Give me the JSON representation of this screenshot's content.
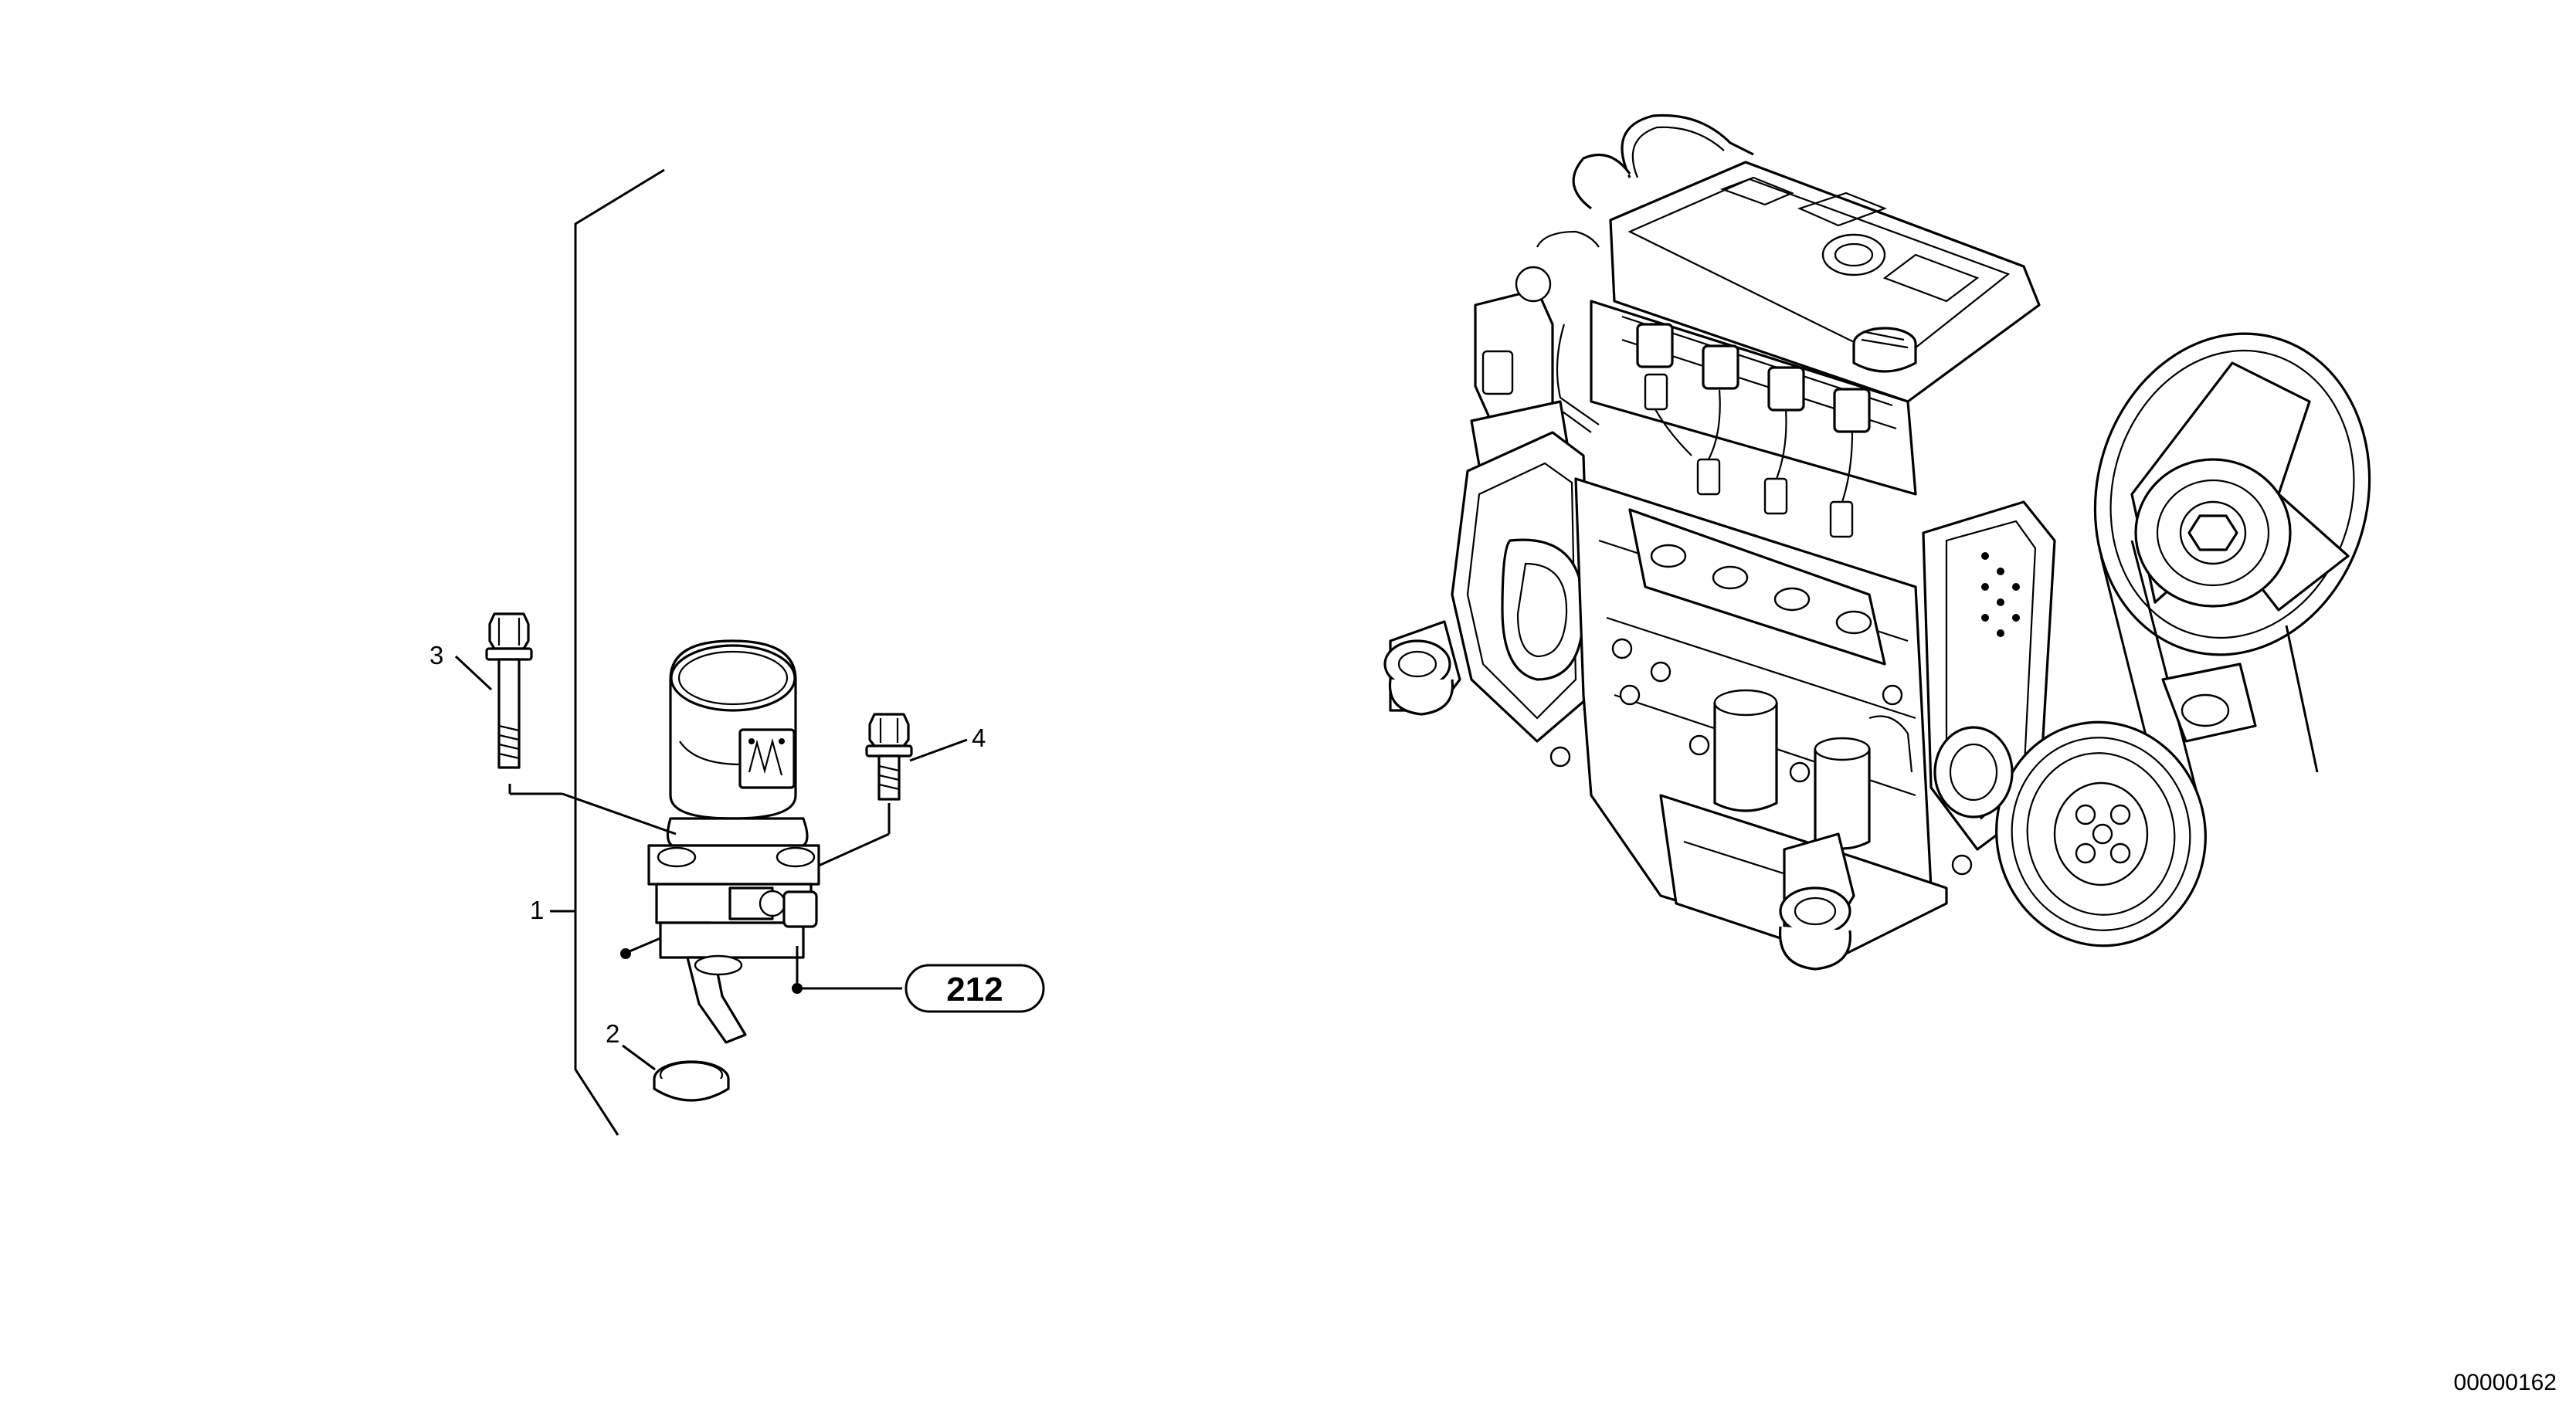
{
  "callouts": {
    "item_1": "1",
    "item_2": "2",
    "item_3": "3",
    "item_4": "4"
  },
  "reference": {
    "label": "212"
  },
  "drawing_number": "00000162"
}
